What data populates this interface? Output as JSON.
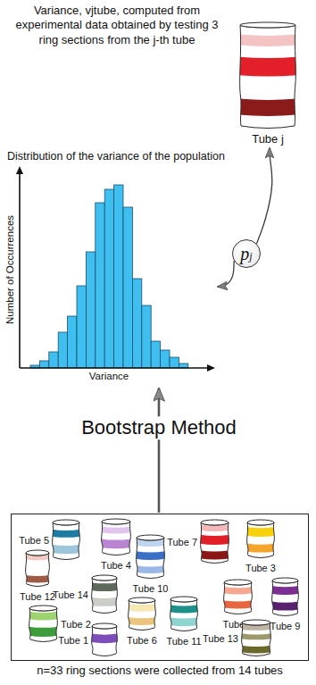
{
  "diagram": {
    "nodes": [
      {
        "text": [
          "Tube j"
        ]
      },
      {
        "text": [
          "Number of Occurrences",
          "Variance"
        ]
      },
      {
        "text": [
          "pj"
        ]
      },
      {
        "text": [
          "n=33 ring sections were collected from 14 tubes"
        ]
      },
      {
        "text": [
          "Tube 5"
        ],
        "in": 3
      },
      {
        "text": [
          "Tube 4"
        ],
        "in": 3
      },
      {
        "text": [
          "Tube 10"
        ],
        "in": 3
      },
      {
        "text": [
          "Tube 7"
        ],
        "in": 3
      },
      {
        "text": [
          "Tube 3"
        ],
        "in": 3
      },
      {
        "text": [
          "Tube 12"
        ],
        "in": 3
      },
      {
        "text": [
          "Tube 14"
        ],
        "in": 3
      },
      {
        "text": [
          "Tube 8"
        ],
        "in": 3
      },
      {
        "text": [
          "Tube 9"
        ],
        "in": 3
      },
      {
        "text": [
          "Tube 2"
        ],
        "in": 3
      },
      {
        "text": [
          "Tube 6"
        ],
        "in": 3
      },
      {
        "text": [
          "Tube 11"
        ],
        "in": 3
      },
      {
        "text": [
          "Tube 1"
        ],
        "in": 3
      },
      {
        "text": [
          "Tube 13"
        ],
        "in": 3
      }
    ],
    "edges": [
      {
        "from": 2,
        "to": 1,
        "arrow": "to"
      },
      {
        "from": 2,
        "to": 0,
        "arrow": "to"
      },
      {
        "from": 3,
        "to": 1,
        "label": "Bootstrap Method",
        "arrow": "to"
      }
    ],
    "labels": [
      "Variance, vjtube, computed from experimental data obtained by testing 3 ring sections from the j-th tube",
      "Distribution of the variance of the population"
    ]
  }
}
